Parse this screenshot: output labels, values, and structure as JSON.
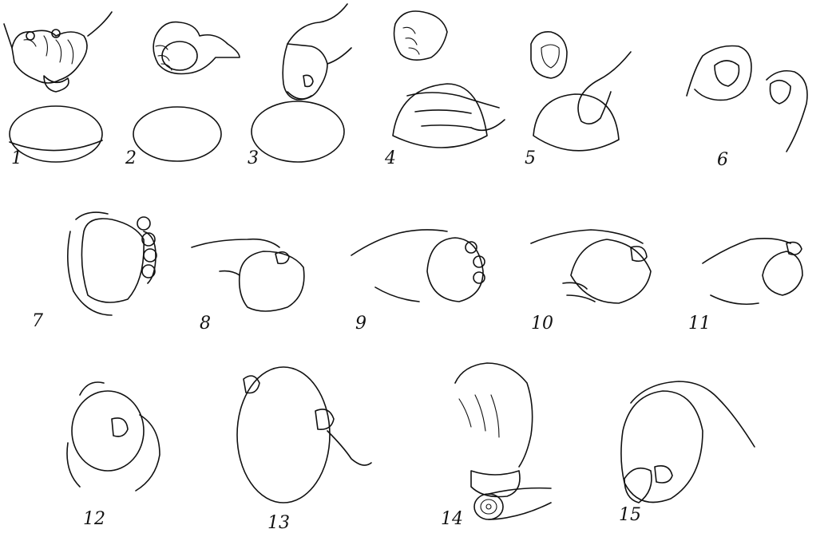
{
  "figures": [
    {
      "label": "1"
    },
    {
      "label": "2"
    },
    {
      "label": "3"
    },
    {
      "label": "4"
    },
    {
      "label": "5"
    },
    {
      "label": "6"
    },
    {
      "label": "7"
    },
    {
      "label": "8"
    },
    {
      "label": "9"
    },
    {
      "label": "10"
    },
    {
      "label": "11"
    },
    {
      "label": "12"
    },
    {
      "label": "13"
    },
    {
      "label": "14"
    },
    {
      "label": "15"
    }
  ],
  "colors": {
    "ink": "#111111",
    "paper": "#ffffff"
  }
}
